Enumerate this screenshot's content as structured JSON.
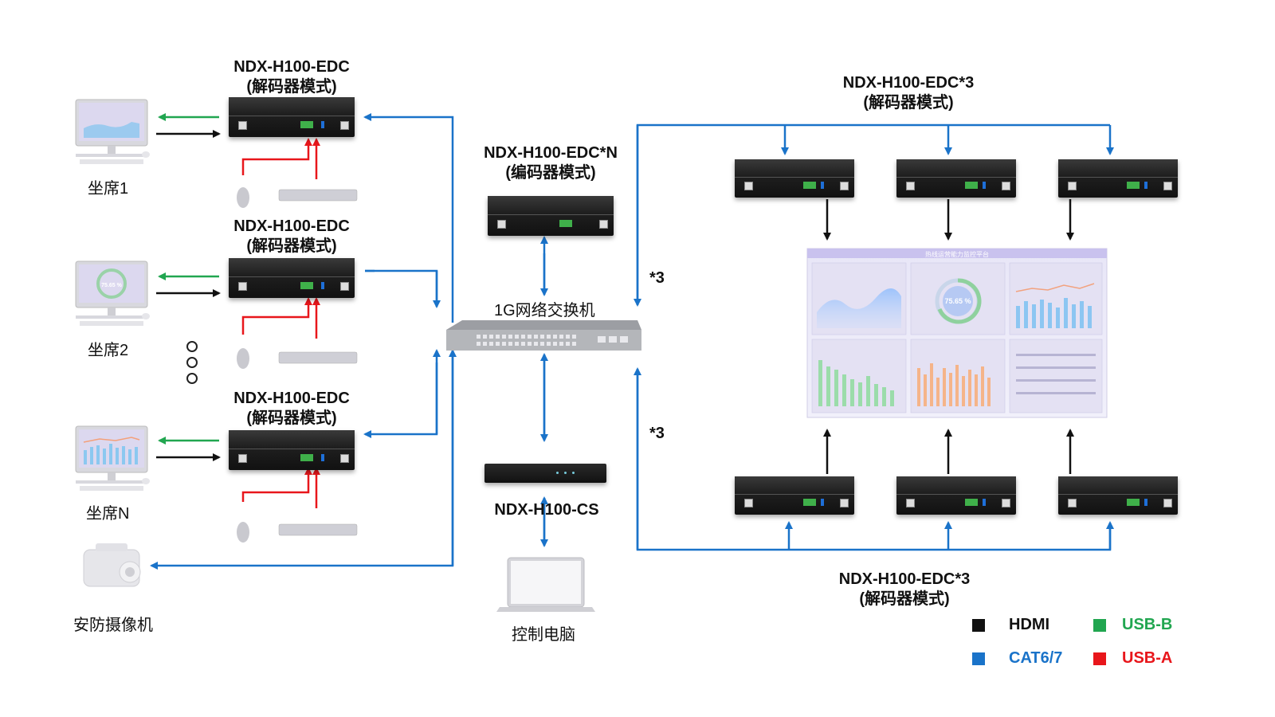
{
  "devices": {
    "decoder_left": [
      "NDX-H100-EDC",
      "(解码器模式)"
    ],
    "encoder": [
      "NDX-H100-EDC*N",
      "(编码器模式)"
    ],
    "decoder_top": [
      "NDX-H100-EDC*3",
      "(解码器模式)"
    ],
    "decoder_bottom": [
      "NDX-H100-EDC*3",
      "(解码器模式)"
    ],
    "control_server": "NDX-H100-CS",
    "switch": "1G网络交换机"
  },
  "seats": [
    "坐席1",
    "坐席2",
    "坐席N"
  ],
  "camera": "安防摄像机",
  "control_pc": "控制电脑",
  "multiplier": "*3",
  "video_wall": {
    "title": "热线运营能力监控平台",
    "gauge_value": "75.65 %"
  },
  "seat2_gauge": "75.65 %",
  "legend": [
    {
      "label": "HDMI",
      "color": "#111111"
    },
    {
      "label": "USB-B",
      "color": "#21a650"
    },
    {
      "label": "CAT6/7",
      "color": "#1a73c9"
    },
    {
      "label": "USB-A",
      "color": "#e8161b"
    }
  ],
  "colors": {
    "hdmi": "#111111",
    "usb_b": "#21a650",
    "cat": "#1a73c9",
    "usb_a": "#e8161b"
  }
}
